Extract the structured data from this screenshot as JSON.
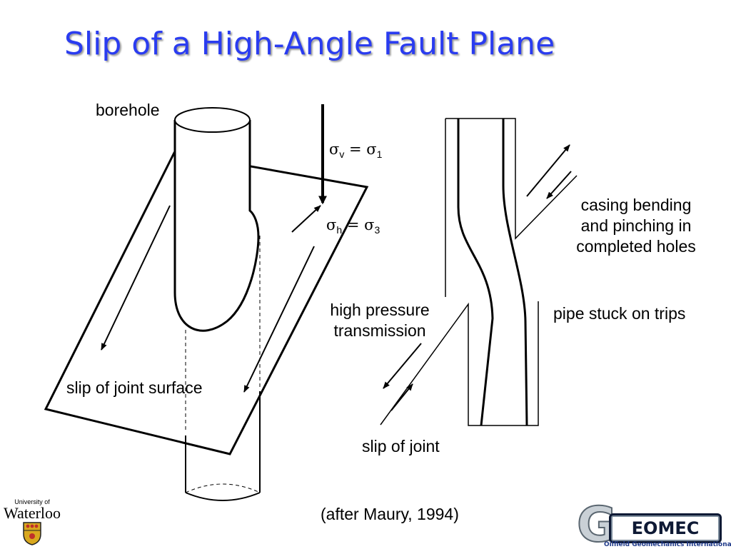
{
  "slide": {
    "title": "Slip of a High-Angle Fault Plane"
  },
  "labels": {
    "borehole": "borehole",
    "slip_joint_surface": "slip of joint surface",
    "high_pressure_line1": "high pressure",
    "high_pressure_line2": "transmission",
    "slip_of_joint": "slip of joint",
    "casing_line1": "casing bending",
    "casing_line2": "and pinching in",
    "casing_line3": "completed holes",
    "pipe_stuck": "pipe stuck on trips",
    "citation": "(after Maury, 1994)"
  },
  "stress": {
    "sigma_symbol": "σ",
    "v_sub": "v",
    "one_sub": "1",
    "h_sub": "h",
    "three_sub": "3",
    "equals": " = "
  },
  "logos": {
    "uw_small": "University of",
    "uw_big": "Waterloo",
    "uw_crest": "university-crest-icon",
    "geomec_g": "G",
    "geomec_text": "EOMEC",
    "geomec_sub": "Oilfield Geomechanics International"
  },
  "colors": {
    "title": "#2a3cf0",
    "line": "#000000",
    "crest_gold": "#d9a81e",
    "crest_red": "#c0302a",
    "logo_navy": "#0f1a35"
  }
}
